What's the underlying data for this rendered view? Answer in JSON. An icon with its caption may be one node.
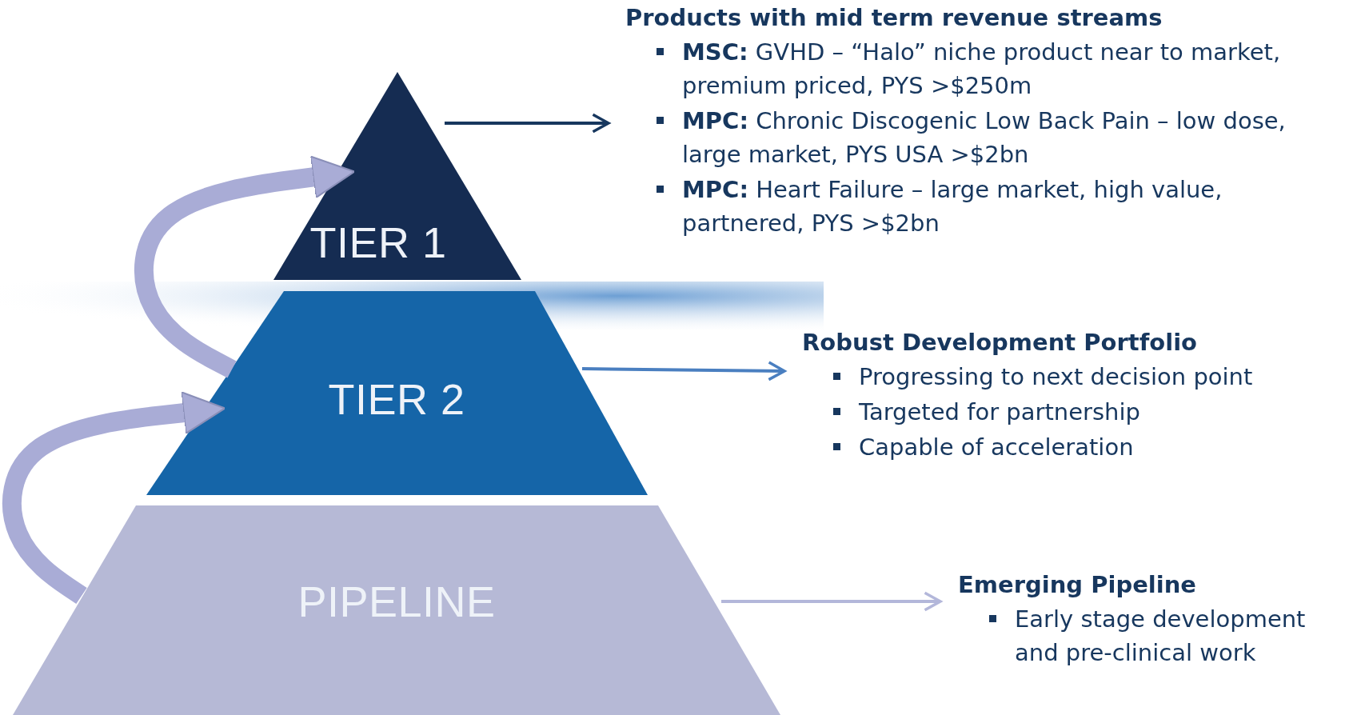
{
  "diagram": {
    "nodes": [
      {
        "text": [
          "TIER 1"
        ]
      },
      {
        "text": [
          "TIER 2"
        ]
      },
      {
        "text": [
          "PIPELINE"
        ]
      },
      {
        "text": [
          "Products with mid term revenue streams",
          "**MSC:** GVHD – “Halo” niche product near to market, premium priced, PYS >$250m",
          "**MPC:** Chronic Discogenic Low Back Pain – low dose, large market, PYS USA >$2bn",
          "**MPC:** Heart Failure – large market, high value, partnered, PYS >$2bn"
        ]
      },
      {
        "text": [
          "Robust Development Portfolio",
          "Progressing to next decision point",
          "Targeted for partnership",
          "Capable of acceleration"
        ]
      },
      {
        "text": [
          "Emerging Pipeline",
          "Early stage development and pre-clinical work"
        ]
      }
    ],
    "edges": [
      {
        "from": 0,
        "to": 3,
        "arrow": "to",
        "color": "#17375e"
      },
      {
        "from": 1,
        "to": 4,
        "arrow": "to",
        "color": "#4a7fc0"
      },
      {
        "from": 2,
        "to": 5,
        "arrow": "to",
        "color": "#b3b7da"
      },
      {
        "from": 1,
        "to": 0,
        "arrow": "to",
        "style": "thick",
        "color": "#a9acd6"
      },
      {
        "from": 2,
        "to": 1,
        "arrow": "to",
        "style": "thick",
        "color": "#a9acd6"
      }
    ]
  }
}
